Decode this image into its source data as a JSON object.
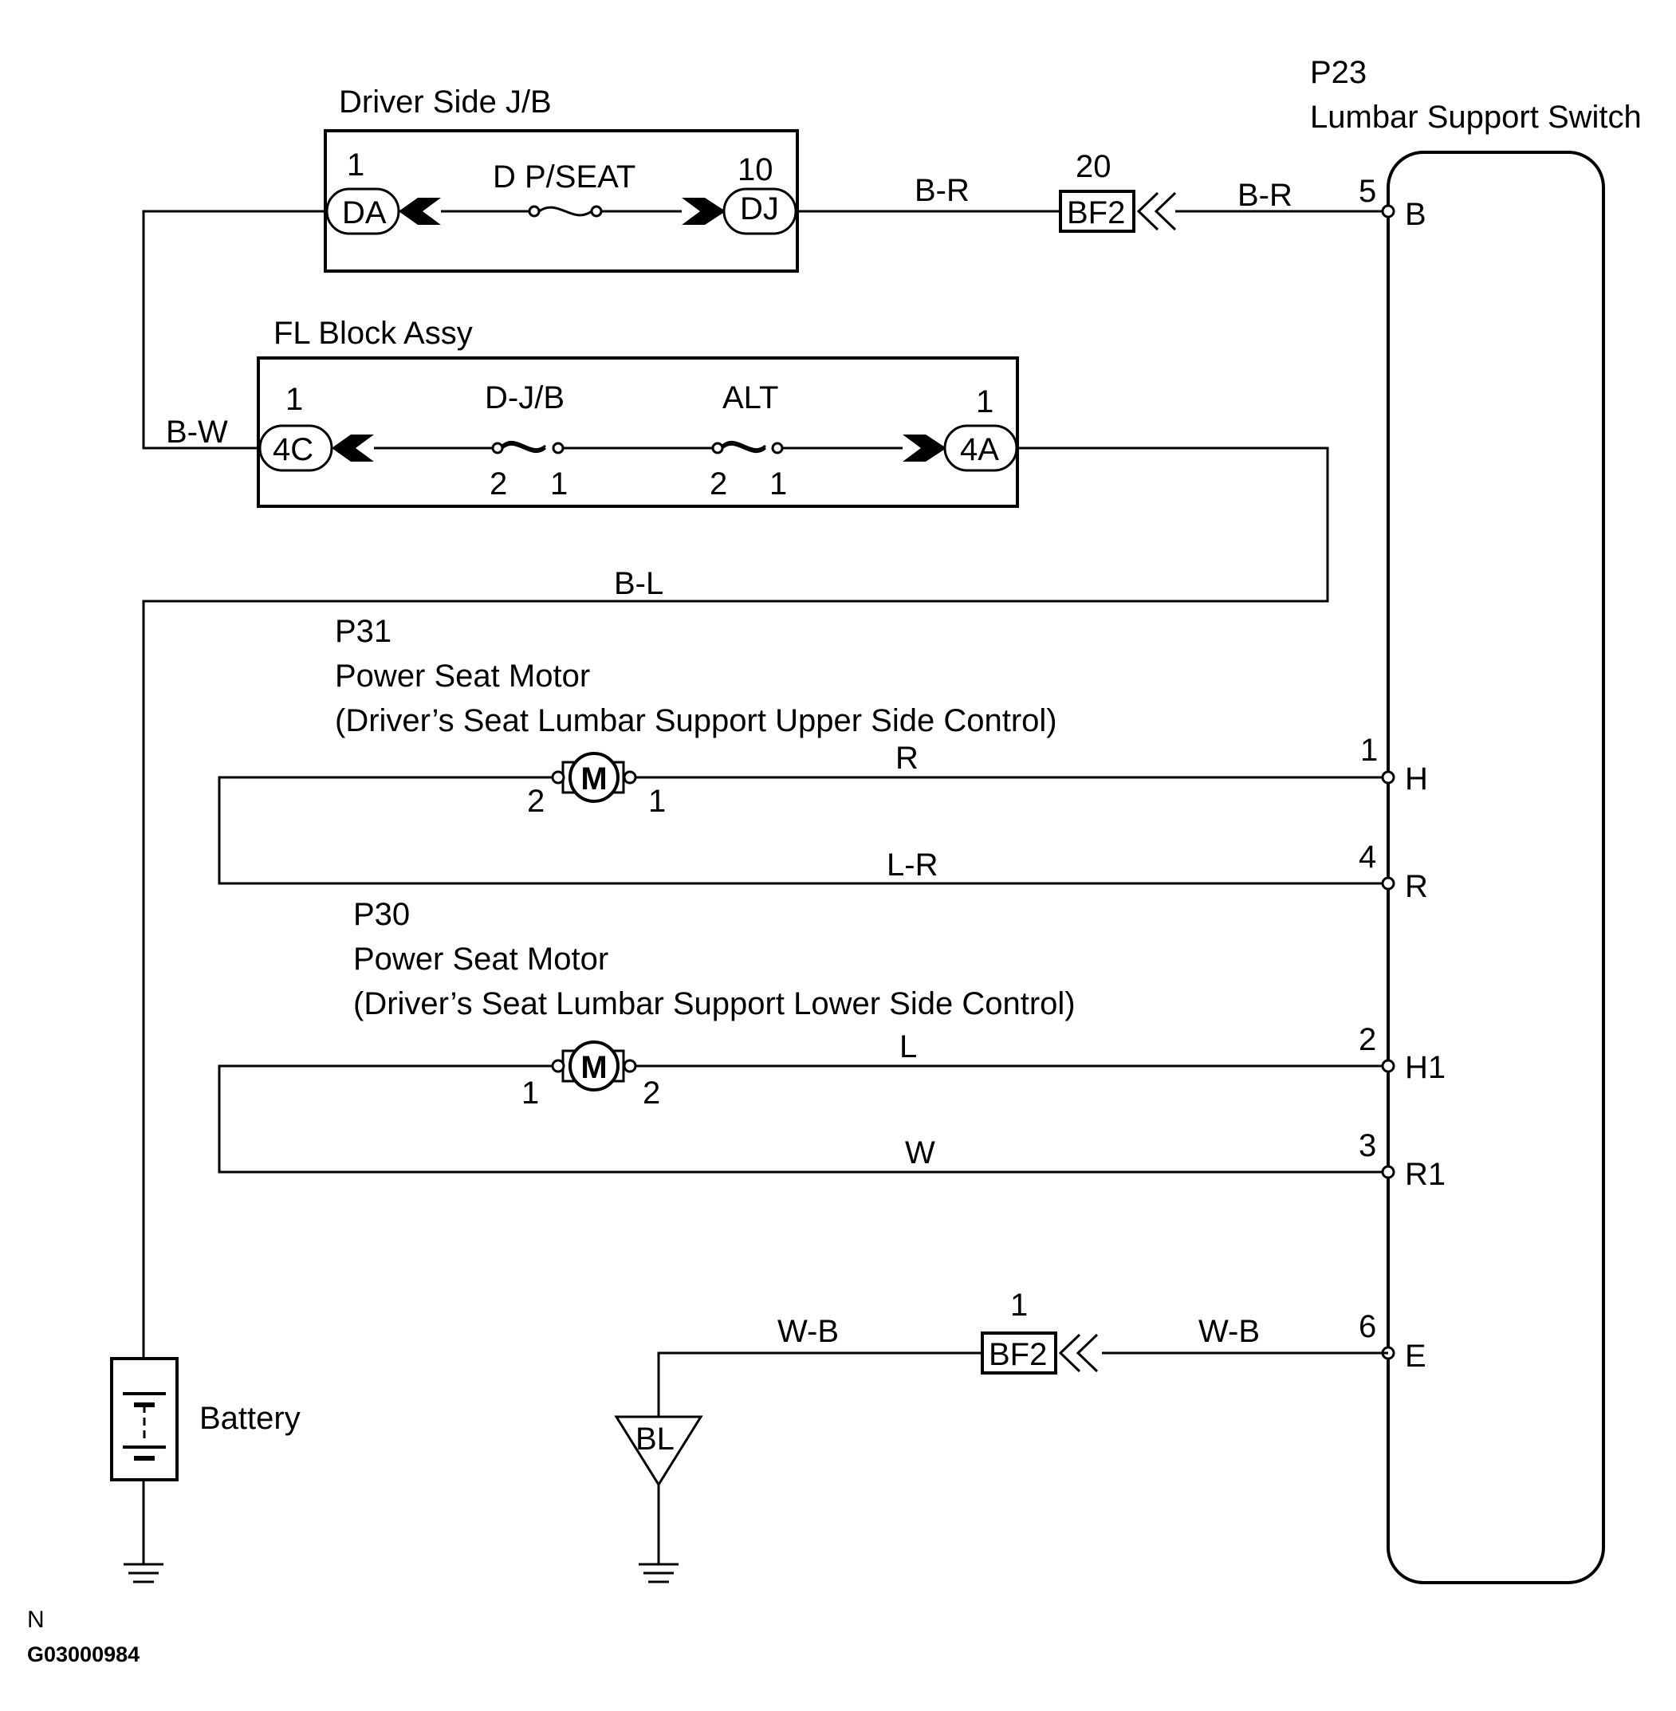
{
  "drivers_jb": {
    "title": "Driver Side J/B",
    "fuse": "D P/SEAT",
    "pin_left": "1",
    "conn_left": "DA",
    "pin_right": "10",
    "conn_right": "DJ"
  },
  "fl_block": {
    "title": "FL Block Assy",
    "fuse1": "D-J/B",
    "fuse2": "ALT",
    "pin_left": "1",
    "conn_left": "4C",
    "pin_right": "1",
    "conn_right": "4A",
    "f1_a": "2",
    "f1_b": "1",
    "f2_a": "2",
    "f2_b": "1"
  },
  "switch": {
    "code": "P23",
    "name": "Lumbar Support Switch"
  },
  "bf2_top": {
    "pin": "20",
    "label": "BF2"
  },
  "bf2_bottom": {
    "pin": "1",
    "label": "BF2"
  },
  "wires": {
    "br_left": "B-R",
    "br_right": "B-R",
    "bw": "B-W",
    "bl": "B-L",
    "r": "R",
    "lr": "L-R",
    "l": "L",
    "w": "W",
    "wb_left": "W-B",
    "wb_right": "W-B"
  },
  "switch_pins": [
    {
      "num": "5",
      "name": "B"
    },
    {
      "num": "1",
      "name": "H"
    },
    {
      "num": "4",
      "name": "R"
    },
    {
      "num": "2",
      "name": "H1"
    },
    {
      "num": "3",
      "name": "R1"
    },
    {
      "num": "6",
      "name": "E"
    }
  ],
  "motor_upper": {
    "code": "P31",
    "name": "Power Seat Motor",
    "desc": "(Driver’s Seat Lumbar Support Upper Side Control)",
    "symbol": "M",
    "pin_left": "2",
    "pin_right": "1"
  },
  "motor_lower": {
    "code": "P30",
    "name": "Power Seat Motor",
    "desc": "(Driver’s Seat Lumbar Support Lower Side Control)",
    "symbol": "M",
    "pin_left": "1",
    "pin_right": "2"
  },
  "battery": {
    "label": "Battery"
  },
  "ground_bl": {
    "label": "BL"
  },
  "footer": {
    "letter": "N",
    "code": "G03000984"
  }
}
